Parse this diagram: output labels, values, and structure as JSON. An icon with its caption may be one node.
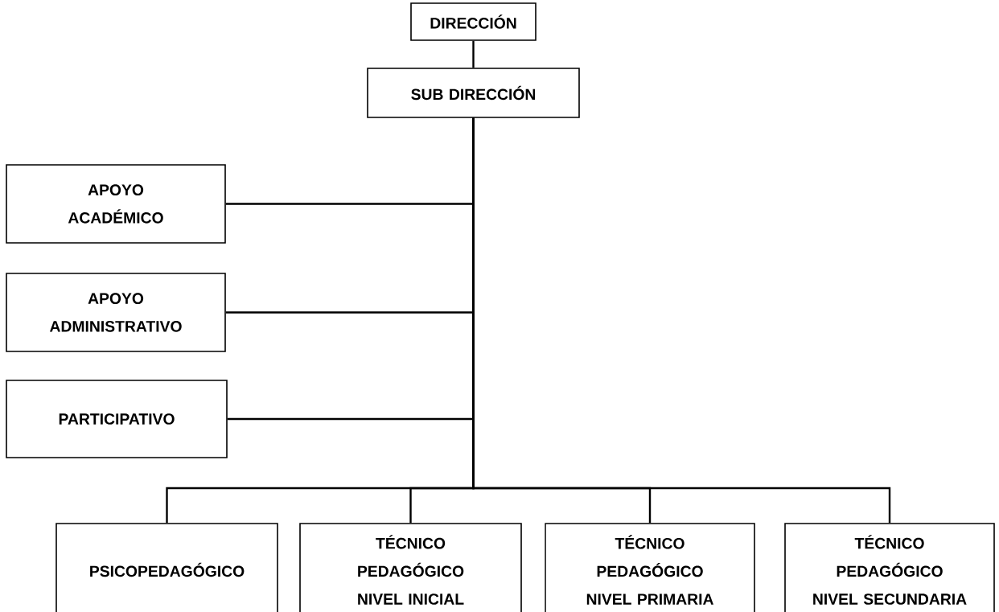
{
  "diagram": {
    "nodes": [
      {
        "text": [
          "DIRECCIÓN"
        ]
      },
      {
        "text": [
          "SUB DIRECCIÓN"
        ]
      },
      {
        "text": [
          "APOYO ACADÉMICO"
        ]
      },
      {
        "text": [
          "APOYO ADMINISTRATIVO"
        ]
      },
      {
        "text": [
          "PARTICIPATIVO"
        ]
      },
      {
        "text": [
          "PSICOPEDAGÓGICO"
        ]
      },
      {
        "text": [
          "TÉCNICO PEDAGÓGICO NIVEL INICIAL"
        ]
      },
      {
        "text": [
          "TÉCNICO PEDAGÓGICO NIVEL PRIMARIA"
        ]
      },
      {
        "text": [
          "TÉCNICO PEDAGÓGICO NIVEL SECUNDARIA"
        ]
      }
    ],
    "edges": [
      {
        "from": 0,
        "to": 1,
        "arrow": "none"
      },
      {
        "from": 1,
        "to": 2,
        "arrow": "none"
      },
      {
        "from": 1,
        "to": 3,
        "arrow": "none"
      },
      {
        "from": 1,
        "to": 4,
        "arrow": "none"
      },
      {
        "from": 1,
        "to": 5,
        "arrow": "none"
      },
      {
        "from": 1,
        "to": 6,
        "arrow": "none"
      },
      {
        "from": 1,
        "to": 7,
        "arrow": "none"
      },
      {
        "from": 1,
        "to": 8,
        "arrow": "none"
      }
    ]
  }
}
